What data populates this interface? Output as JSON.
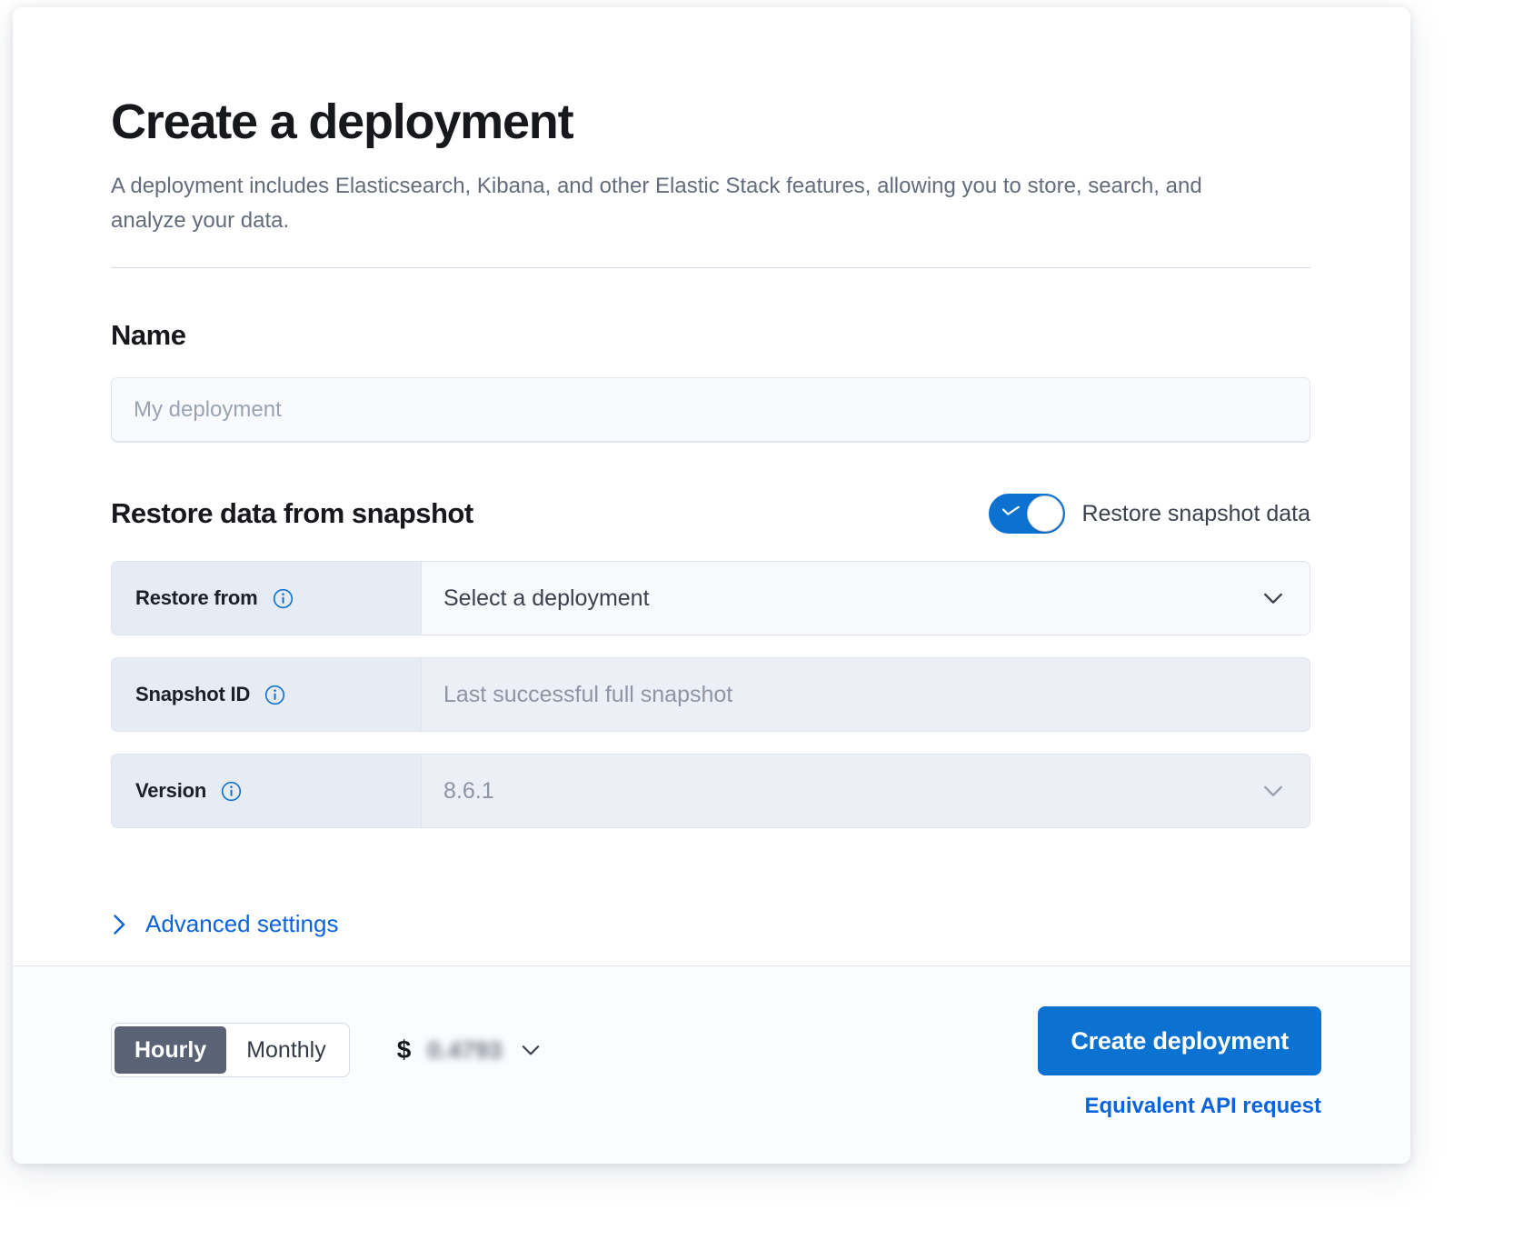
{
  "header": {
    "title": "Create a deployment",
    "description": "A deployment includes Elasticsearch, Kibana, and other Elastic Stack features, allowing you to store, search, and analyze your data."
  },
  "name_section": {
    "heading": "Name",
    "input_placeholder": "My deployment",
    "input_value": ""
  },
  "restore_section": {
    "heading": "Restore data from snapshot",
    "switch_label": "Restore snapshot data",
    "switch_checked": true,
    "rows": [
      {
        "label": "Restore from",
        "value": "Select a deployment",
        "disabled": false,
        "has_chevron": true,
        "info_icon": "info-icon"
      },
      {
        "label": "Snapshot ID",
        "value": "Last successful full snapshot",
        "disabled": true,
        "has_chevron": false,
        "info_icon": "info-icon"
      },
      {
        "label": "Version",
        "value": "8.6.1",
        "disabled": true,
        "has_chevron": true,
        "info_icon": "info-icon"
      }
    ]
  },
  "advanced": {
    "label": "Advanced settings",
    "icon": "chevron-right-icon",
    "expanded": false
  },
  "footer": {
    "billing_options": [
      "Hourly",
      "Monthly"
    ],
    "billing_selected": "Hourly",
    "price_currency": "$",
    "price_amount": "0.4793",
    "price_chevron": "chevron-down-icon",
    "create_button": "Create deployment",
    "api_link": "Equivalent API request"
  },
  "colors": {
    "accent_blue": "#0b72d2",
    "link_blue": "#0b64dd",
    "title_dark": "#16181c",
    "muted_text": "#646c7c",
    "field_bg": "#f8f9fd",
    "field_disabled_bg": "#eceff5",
    "prepend_bg": "#e7ebf3",
    "border": "#dfe4ee",
    "segment_active_bg": "#5a6376"
  }
}
